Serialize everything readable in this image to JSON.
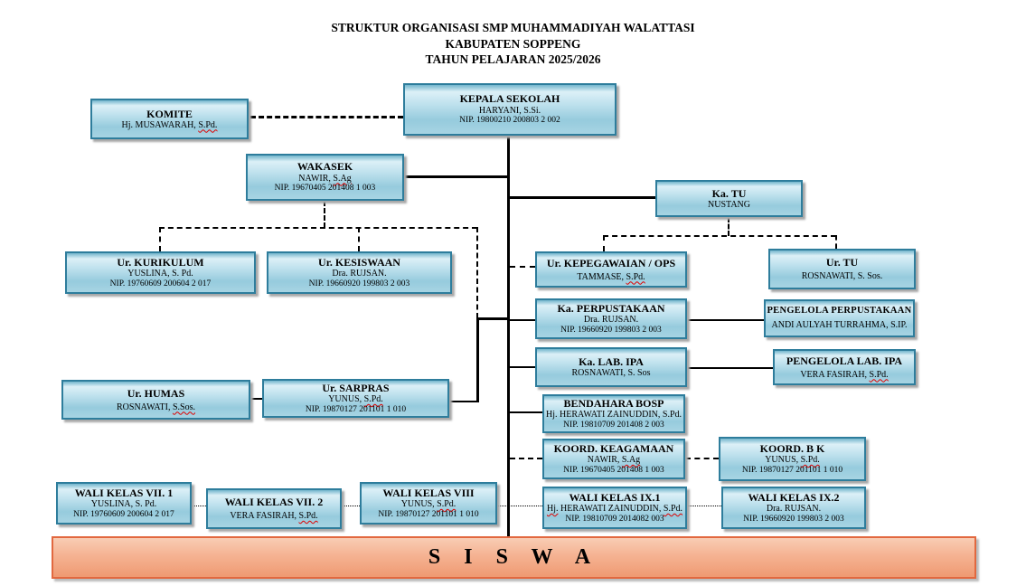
{
  "title": {
    "line1": "STRUKTUR ORGANISASI SMP MUHAMMADIYAH WALATTASI",
    "line2": "KABUPATEN SOPPENG",
    "line3": "TAHUN PELAJARAN 2025/2026"
  },
  "colors": {
    "box_fill": "#a7d4e3",
    "box_border": "#2e7d9c",
    "siswa_fill": "#f5b292",
    "siswa_border": "#e2683f",
    "spellcheck_mark": "#e00000",
    "connector": "#000000"
  },
  "boxes": {
    "komite": {
      "title": "KOMITE",
      "n1": "Hj. MUSAWARAH, ",
      "m1": "S.Pd.",
      "n2": "",
      "m2": "",
      "nip": ""
    },
    "kepala_sekolah": {
      "title": "KEPALA SEKOLAH",
      "n1": "HARYANI, S.Si.",
      "m1": "",
      "n2": "",
      "m2": "",
      "nip": "NIP. 19800210 200803 2 002"
    },
    "wakasek": {
      "title": "WAKASEK",
      "n1": "NAWIR, ",
      "m1": "S.Ag",
      "n2": "",
      "m2": "",
      "nip": "NIP. 19670405 201408 1 003"
    },
    "ka_tu": {
      "title": "Ka. TU",
      "n1": "NUSTANG",
      "m1": "",
      "n2": "",
      "m2": "",
      "nip": ""
    },
    "ur_kurikulum": {
      "title": "Ur. KURIKULUM",
      "n1": "YUSLINA, S. Pd.",
      "m1": "",
      "n2": "",
      "m2": "",
      "nip": "NIP. 19760609 200604 2 017"
    },
    "ur_kesiswaan": {
      "title": "Ur. KESISWAAN",
      "n1": "Dra. RUJSAN.",
      "m1": "",
      "n2": "",
      "m2": "",
      "nip": "NIP. 19660920 199803 2 003"
    },
    "ur_kepegawaian": {
      "title": "Ur. KEPEGAWAIAN / OPS",
      "n1": "TAMMASE, ",
      "m1": "S.Pd.",
      "n2": "",
      "m2": "",
      "nip": ""
    },
    "ur_tu": {
      "title": "Ur. TU",
      "n1": "ROSNAWATI, S. Sos.",
      "m1": "",
      "n2": "",
      "m2": "",
      "nip": ""
    },
    "ka_perpustakaan": {
      "title": "Ka. PERPUSTAKAAN",
      "n1": "Dra. RUJSAN.",
      "m1": "",
      "n2": "",
      "m2": "",
      "nip": "NIP. 19660920 199803 2 003"
    },
    "pengelola_perpustakaan": {
      "title": "PENGELOLA  PERPUSTAKAAN",
      "n1": "ANDI AULYAH TURRAHMA, S.IP.",
      "m1": "",
      "n2": "",
      "m2": "",
      "nip": ""
    },
    "ka_lab_ipa": {
      "title": "Ka. LAB. IPA",
      "n1": "ROSNAWATI, S. Sos",
      "m1": "",
      "n2": "",
      "m2": "",
      "nip": ""
    },
    "pengelola_lab_ipa": {
      "title": "PENGELOLA LAB. IPA",
      "n1": "VERA FASIRAH, ",
      "m1": "S.Pd.",
      "n2": "",
      "m2": "",
      "nip": ""
    },
    "ur_humas": {
      "title": "Ur. HUMAS",
      "n1": "ROSNAWATI, ",
      "m1": "S.Sos.",
      "n2": "",
      "m2": "",
      "nip": ""
    },
    "ur_sarpras": {
      "title": "Ur. SARPRAS",
      "n1": "YUNUS, ",
      "m1": "S.Pd.",
      "n2": "",
      "m2": "",
      "nip": "NIP. 19870127 201101 1 010"
    },
    "bendahara_bosp": {
      "title": "BENDAHARA BOSP",
      "n1": "Hj. HERAWATI ZAINUDDIN, S.Pd.",
      "m1": "",
      "n2": "",
      "m2": "",
      "nip": "NIP. 19810709 201408 2 003"
    },
    "koord_keagamaan": {
      "title": "KOORD. KEAGAMAAN",
      "n1": "NAWIR, ",
      "m1": "S.Ag",
      "n2": "",
      "m2": "",
      "nip": "NIP. 19670405 201408 1 003"
    },
    "koord_bk": {
      "title": "KOORD. B K",
      "n1": "YUNUS, ",
      "m1": "S.Pd.",
      "n2": "",
      "m2": "",
      "nip": "NIP. 19870127 201101 1 010"
    },
    "wali_vii_1": {
      "title": "WALI KELAS  VII. 1",
      "n1": "YUSLINA, S. Pd.",
      "m1": "",
      "n2": "",
      "m2": "",
      "nip": "NIP. 19760609 200604 2 017"
    },
    "wali_vii_2": {
      "title": "WALI KELAS  VII. 2",
      "n1": "VERA FASIRAH, ",
      "m1": "S.Pd.",
      "n2": "",
      "m2": "",
      "nip": ""
    },
    "wali_viii": {
      "title": "WALI KELAS  VIII",
      "n1": "YUNUS, ",
      "m1": "S.Pd.",
      "n2": "",
      "m2": "",
      "nip": "NIP. 19870127 201101 1 010"
    },
    "wali_ix_1": {
      "title": "WALI KELAS  IX.1",
      "n1": "",
      "m1": "Hj.",
      "n2": " HERAWATI ZAINUDDIN, ",
      "m2": "S.Pd.",
      "nip": "NIP. 19810709 2014082 003"
    },
    "wali_ix_2": {
      "title": "WALI KELAS  IX.2",
      "n1": "Dra. RUJSAN.",
      "m1": "",
      "n2": "",
      "m2": "",
      "nip": "NIP. 19660920 199803 2 003"
    }
  },
  "siswa": {
    "label": "S I S W A"
  }
}
